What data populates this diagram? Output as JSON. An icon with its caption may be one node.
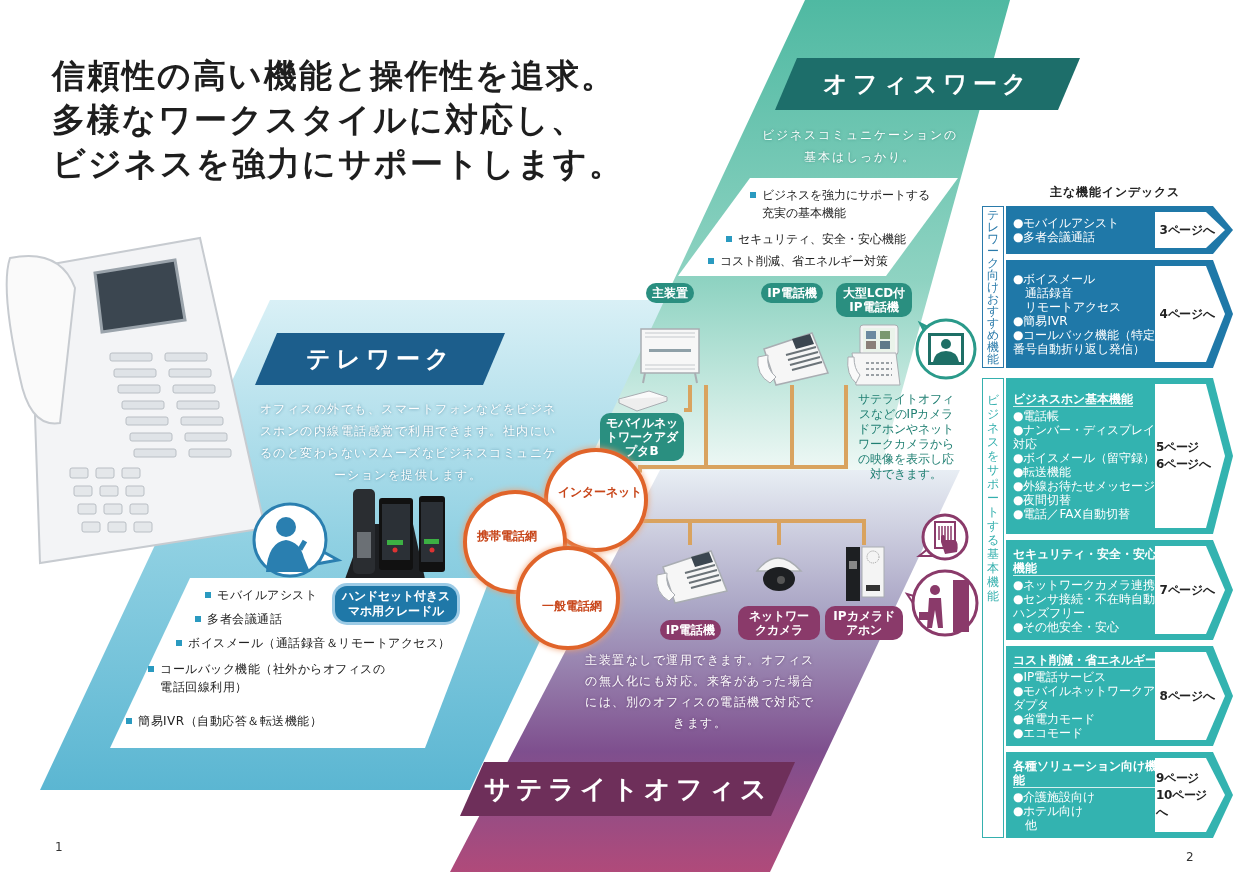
{
  "diagram": {
    "title": "信頼性の高い機能と操作性を追求。多様なワークスタイルに対応し、ビジネスを強力にサポートします。",
    "nodes": [
      {
        "text": [
          "テレワーク"
        ]
      },
      {
        "text": [
          "モバイルアシスト",
          "多者会議通話",
          "ボイスメール（通話録音＆リモートアクセス）",
          "コールバック機能（社外からオフィスの電話回線利用）",
          "簡易IVR（自動応答＆転送機能）"
        ]
      },
      {
        "text": [
          "ハンドセット付きスマホ用クレードル"
        ],
        "in": 1
      },
      {
        "text": [
          "オフィスワーク"
        ]
      },
      {
        "text": [
          "ビジネスを強力にサポートする充実の基本機能",
          "セキュリティ、安全・安心機能",
          "コスト削減、省エネルギー対策"
        ]
      },
      {
        "text": [
          "主装置"
        ]
      },
      {
        "text": [
          "IP電話機"
        ]
      },
      {
        "text": [
          "大型LCD付IP電話機"
        ],
        "beside": [
          "サテライトオフィスなどのIPカメラドアホンやネットワークカメラからの映像を表示し応対できます。"
        ]
      },
      {
        "text": [
          "モバイルネットワークアダプタB"
        ]
      },
      {
        "text": [
          "インターネット"
        ]
      },
      {
        "text": [
          "携帯電話網"
        ]
      },
      {
        "text": [
          "一般電話網"
        ]
      },
      {
        "text": [
          "IP電話機"
        ]
      },
      {
        "text": [
          "ネットワークカメラ"
        ]
      },
      {
        "text": [
          "IPカメラドアホン"
        ]
      },
      {
        "text": [
          "サテライトオフィス"
        ]
      },
      {
        "text": [
          "テレワーク向けおすすめ機能"
        ]
      },
      {
        "text": [
          "●モバイルアシスト",
          "●多者会議通話",
          "3ページへ"
        ]
      },
      {
        "text": [
          "●ボイスメール",
          "通話録音",
          "リモートアクセス",
          "●簡易IVR",
          "●コールバック機能（特定番号自動折り返し発信）",
          "4ページへ"
        ]
      },
      {
        "text": [
          "ビジネスをサポートする基本機能"
        ]
      },
      {
        "text": [
          "ビジネスホン基本機能",
          "●電話帳",
          "●ナンバー・ディスプレイ対応",
          "●ボイスメール（留守録）",
          "●転送機能",
          "●外線お待たせメッセージ",
          "●夜間切替",
          "●電話／FAX自動切替",
          "5ページ 6ページへ"
        ]
      },
      {
        "text": [
          "セキュリティ・安全・安心機能",
          "●ネットワークカメラ連携",
          "●センサ接続・不在時自動ハンズフリー",
          "●その他安全・安心",
          "7ページへ"
        ]
      },
      {
        "text": [
          "コスト削減・省エネルギー",
          "●IP電話サービス",
          "●モバイルネットワークアダプタ",
          "●省電力モード",
          "●エコモード",
          "8ページへ"
        ]
      },
      {
        "text": [
          "各種ソリューション向け機能",
          "●介護施設向け",
          "●ホテル向け",
          "他",
          "9ページ 10ページへ"
        ]
      }
    ],
    "edges": [
      {
        "from": 5,
        "to": 9,
        "arrow": "none"
      },
      {
        "from": 6,
        "to": 9,
        "arrow": "none"
      },
      {
        "from": 7,
        "to": 9,
        "arrow": "none"
      },
      {
        "from": 8,
        "to": 5,
        "arrow": "none"
      },
      {
        "from": 9,
        "to": 12,
        "arrow": "none"
      },
      {
        "from": 9,
        "to": 13,
        "arrow": "none"
      },
      {
        "from": 9,
        "to": 14,
        "arrow": "none"
      }
    ],
    "labels": [
      "オフィスの外でも、スマートフォンなどをビジネスホンの内線電話感覚で利用できます。社内にいるのと変わらないスムーズなビジネスコミュニケーションを提供します。",
      "ビジネスコミュニケーションの基本はしっかり。",
      "主装置なしで運用できます。オフィスの無人化にも対応。来客があった場合には、別のオフィスの電話機で対応できます。",
      "主な機能インデックス",
      "1",
      "2"
    ]
  }
}
